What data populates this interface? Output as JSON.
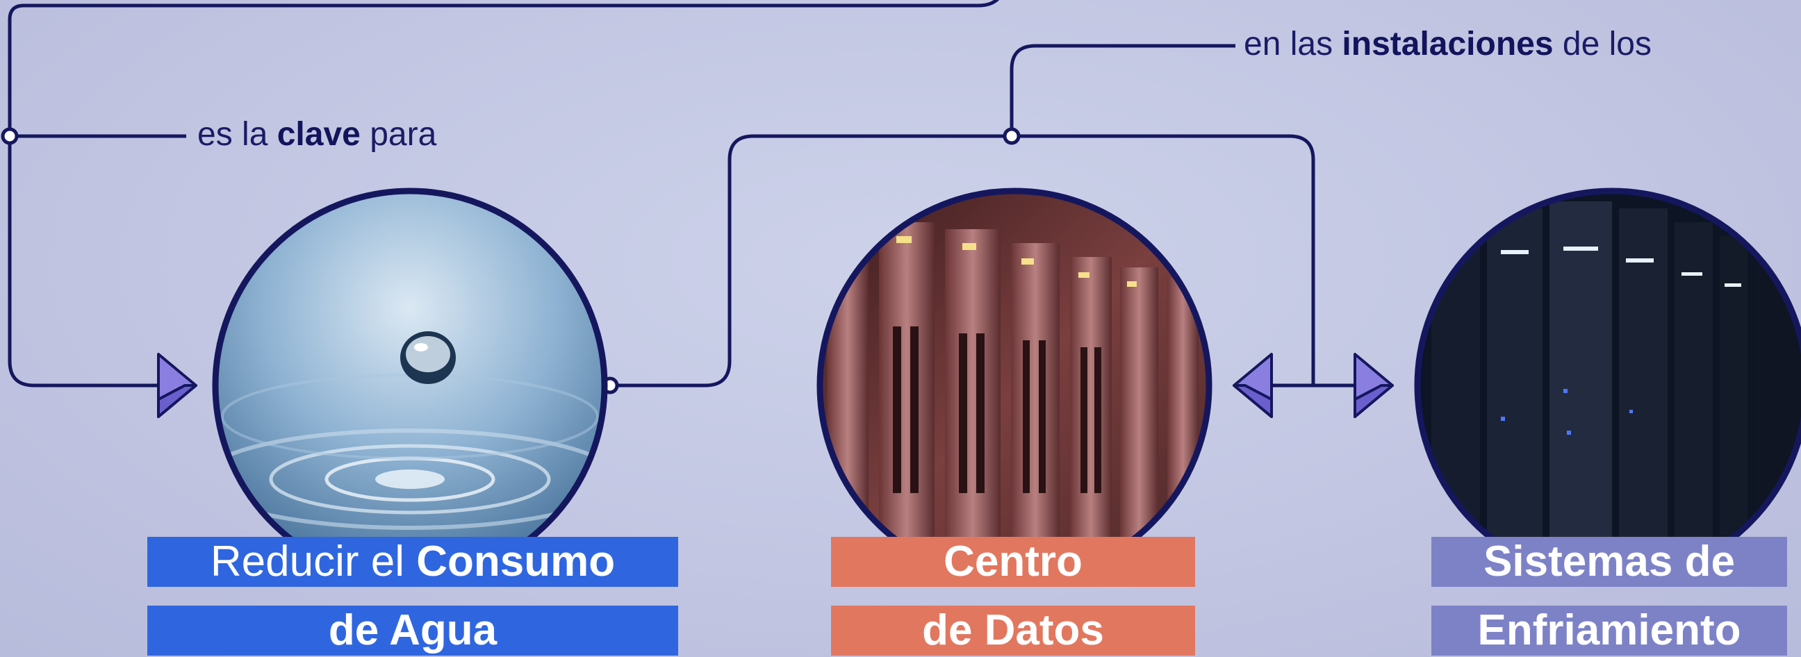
{
  "connectors": {
    "key_label": {
      "pre": "es la ",
      "bold": "clave",
      "post": " para"
    },
    "facilities_label": {
      "pre": "en las ",
      "bold": "instalaciones",
      "post": " de los"
    }
  },
  "nodes": {
    "water": {
      "line1": {
        "pre": "Reducir el ",
        "bold": "Consumo"
      },
      "line2": "de Agua",
      "color": "#2f66e0",
      "image": "water-drop"
    },
    "datacenter": {
      "line1": "Centro",
      "line2": "de Datos",
      "color": "#e2775f",
      "image": "server-racks"
    },
    "cooling": {
      "line1": "Sistemas de",
      "line2": "Enfriamiento",
      "color": "#7d82c7",
      "image": "server-room-dark"
    }
  },
  "colors": {
    "line": "#15175e",
    "arrow": "#8a7fe0",
    "background": "#c4c8e4"
  }
}
